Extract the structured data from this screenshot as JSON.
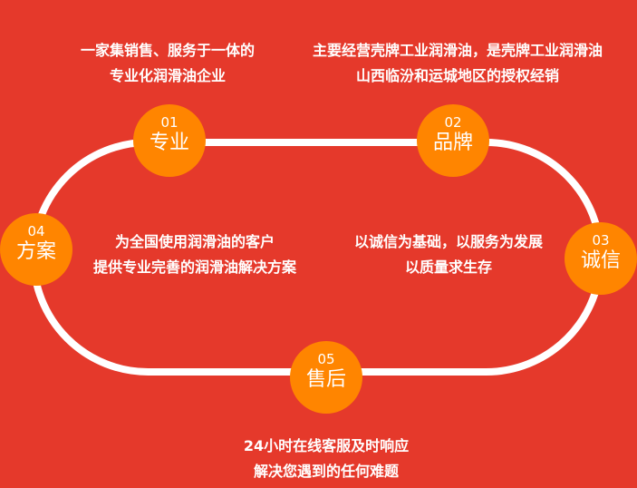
{
  "nodes": [
    {
      "num": "01",
      "label": "专业"
    },
    {
      "num": "02",
      "label": "品牌"
    },
    {
      "num": "03",
      "label": "诚信"
    },
    {
      "num": "04",
      "label": "方案"
    },
    {
      "num": "05",
      "label": "售后"
    }
  ],
  "texts": {
    "t1": [
      "一家集销售、服务于一体的",
      "专业化润滑油企业"
    ],
    "t2": [
      "主要经营壳牌工业润滑油，是壳牌工业润滑油",
      "山西临汾和运城地区的授权经销"
    ],
    "t3": [
      "以诚信为基础，以服务为发展",
      "以质量求生存"
    ],
    "t4": [
      "为全国使用润滑油的客户",
      "提供专业完善的润滑油解决方案"
    ],
    "t5": [
      "24小时在线客服及时响应",
      "解决您遇到的任何难题"
    ]
  },
  "colors": {
    "background": "#E5392B",
    "node": "#FF8500",
    "track": "#FFFFFF"
  }
}
